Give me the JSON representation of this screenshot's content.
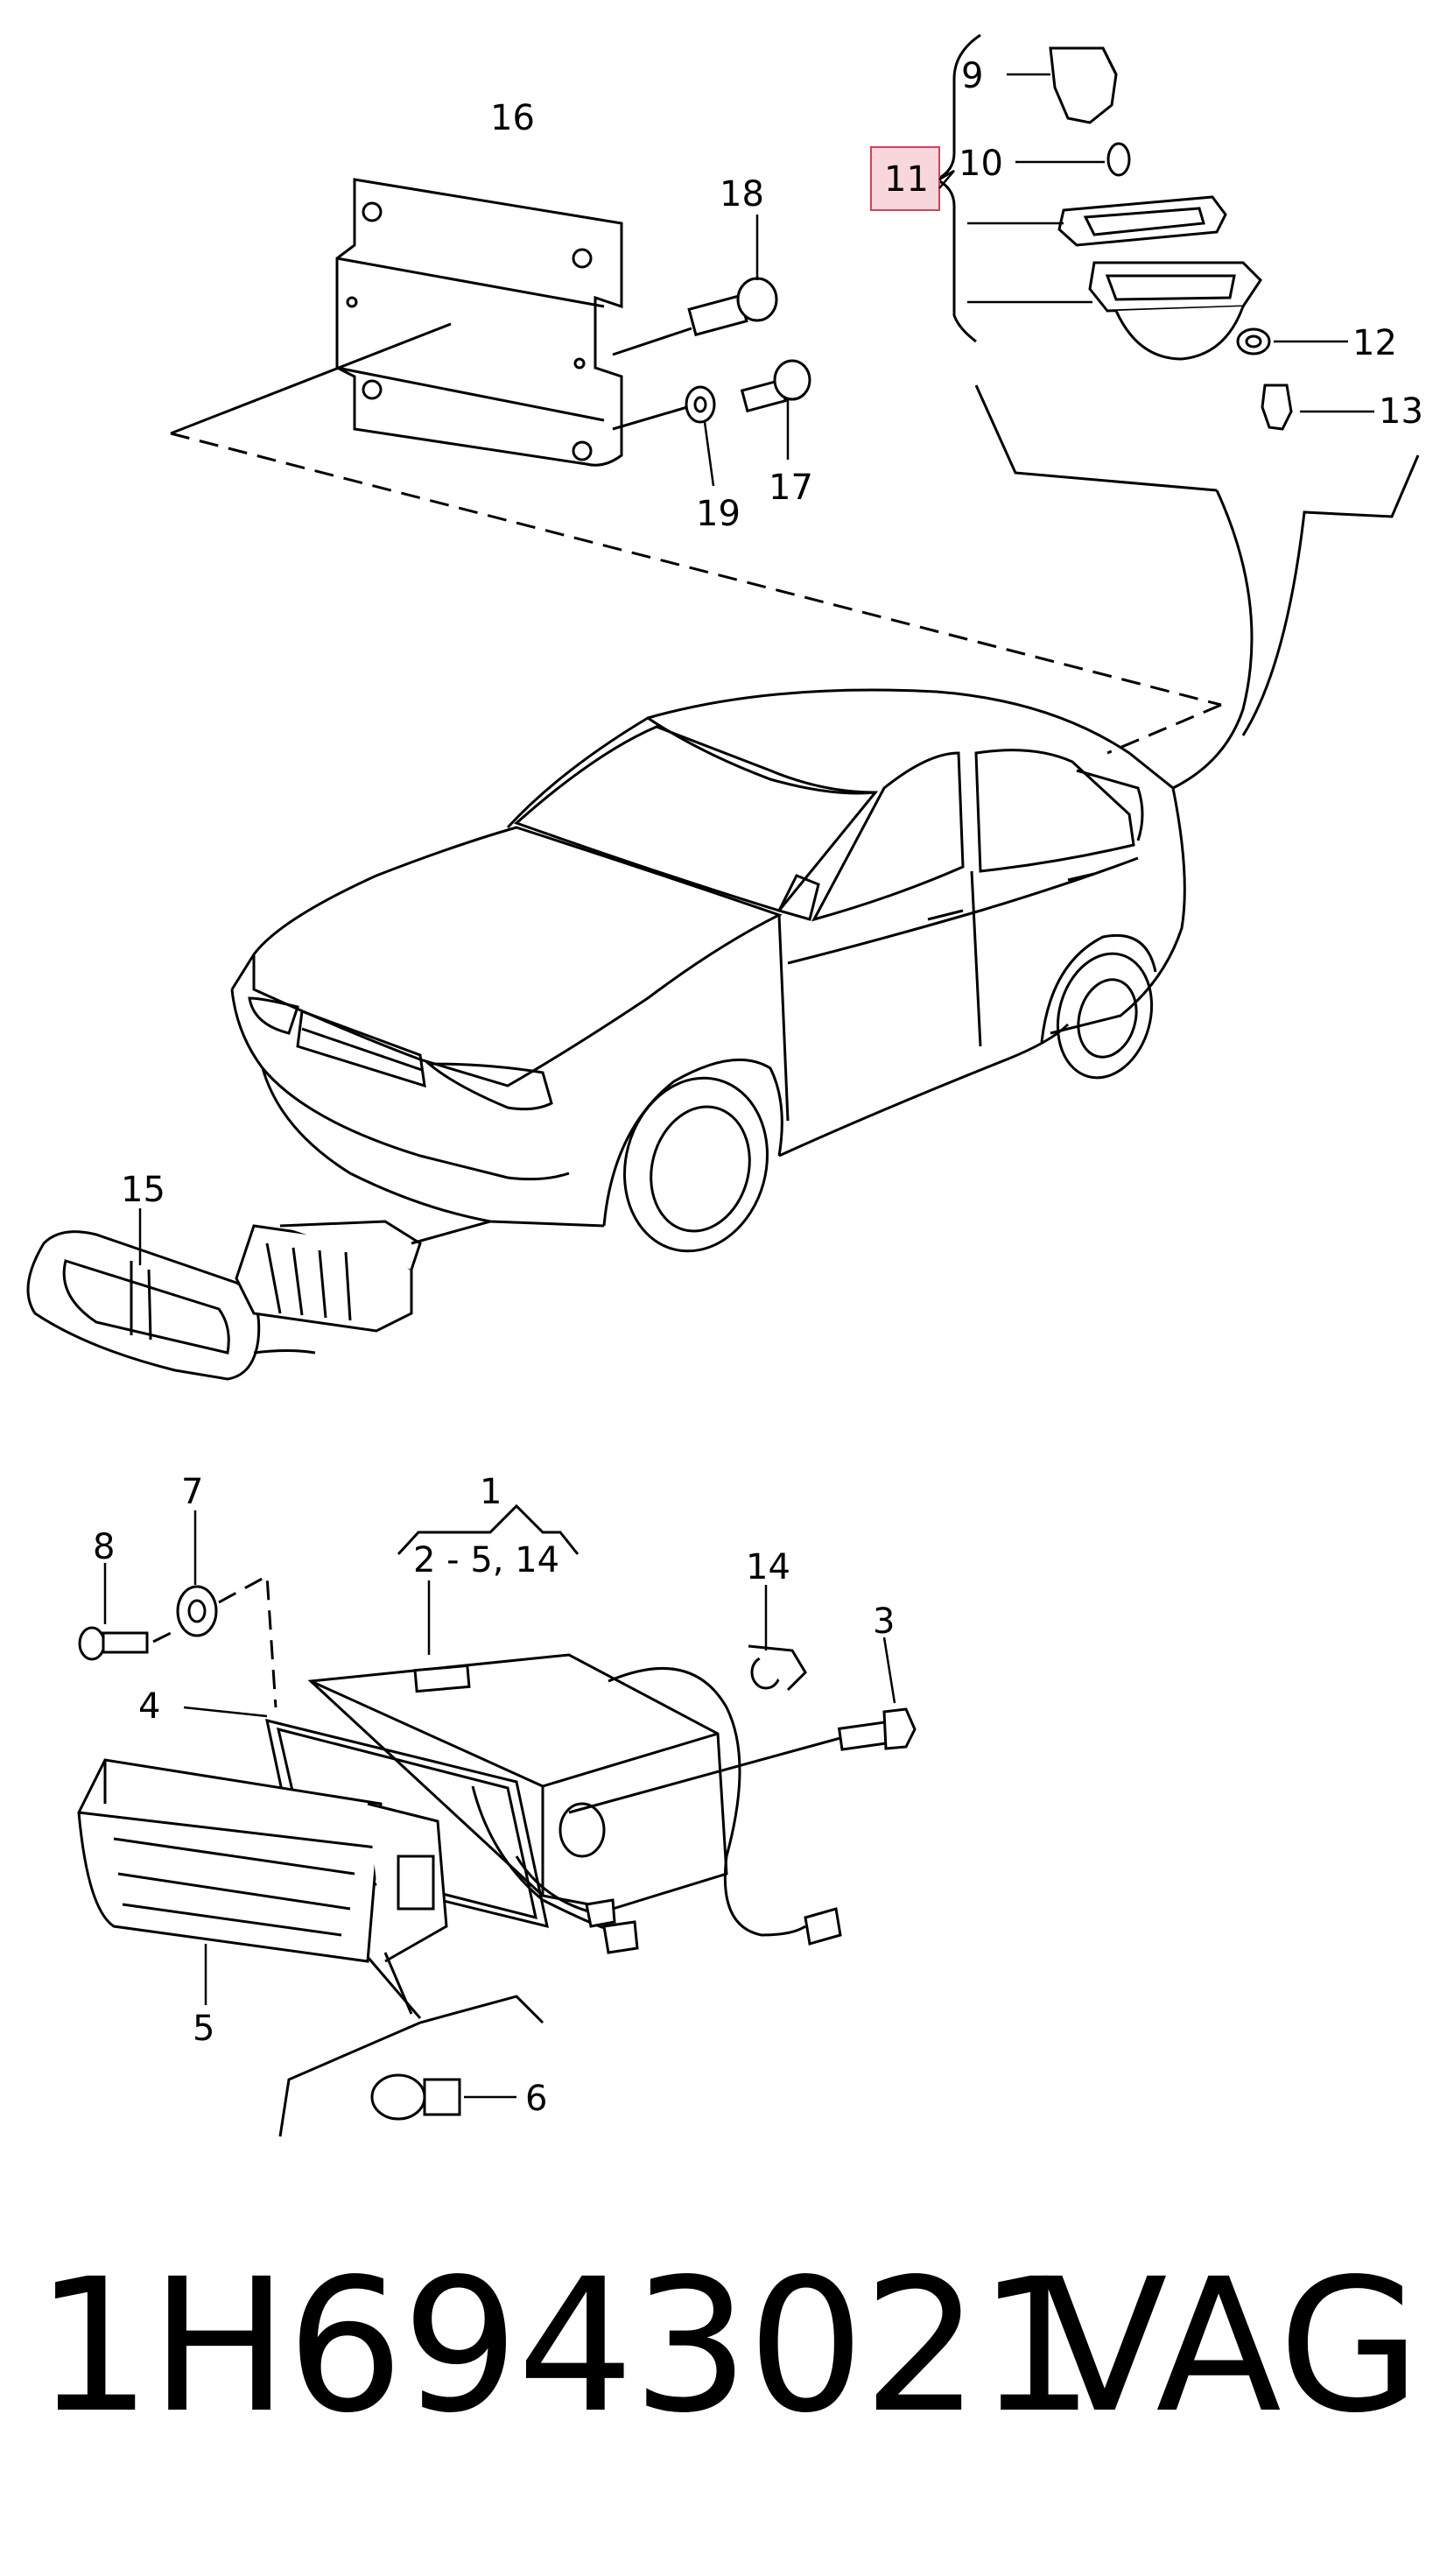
{
  "footer": {
    "part_number": "1H6943021",
    "brand": "VAG"
  },
  "callouts": {
    "c1": "1",
    "c1_range": "2 - 5, 14",
    "c3": "3",
    "c4": "4",
    "c5": "5",
    "c6": "6",
    "c7": "7",
    "c8": "8",
    "c9": "9",
    "c10": "10",
    "c11": "11",
    "c12": "12",
    "c13": "13",
    "c14": "14",
    "c15": "15",
    "c16": "16",
    "c17": "17",
    "c18": "18",
    "c19": "19"
  },
  "colors": {
    "line": "#000000",
    "highlight_fill": "#f8d7dc",
    "highlight_stroke": "#d0435a",
    "background": "#ffffff"
  }
}
